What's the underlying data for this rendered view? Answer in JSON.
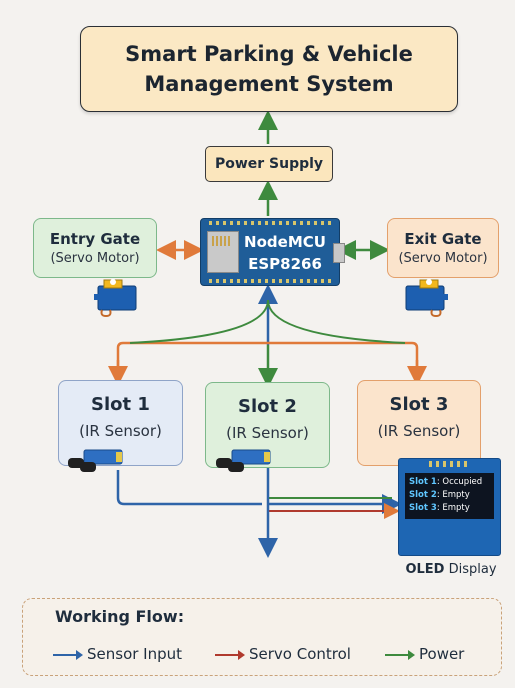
{
  "title": {
    "line1": "Smart Parking & Vehicle",
    "line2": "Management System"
  },
  "power_supply": "Power Supply",
  "controller": {
    "line1": "NodeMCU",
    "line2": "ESP8266"
  },
  "entry_gate": {
    "title": "Entry Gate",
    "subtitle": "(Servo Motor)"
  },
  "exit_gate": {
    "title": "Exit Gate",
    "subtitle": "(Servo Motor)"
  },
  "slots": [
    {
      "title": "Slot 1",
      "subtitle": "(IR Sensor)"
    },
    {
      "title": "Slot 2",
      "subtitle": "(IR Sensor)"
    },
    {
      "title": "Slot 3",
      "subtitle": "(IR Sensor)"
    }
  ],
  "oled": {
    "rows": [
      {
        "slot": "Slot 1",
        "status": ": Occupied"
      },
      {
        "slot": "Slot 2",
        "status": ": Empty"
      },
      {
        "slot": "Slot 3",
        "status": ": Empty"
      }
    ],
    "label_bold": "OLED",
    "label_rest": " Display"
  },
  "working_flow": {
    "title": "Working Flow:",
    "legend": [
      {
        "label": "Sensor Input",
        "color": "#2e64a8"
      },
      {
        "label": "Servo Control",
        "color": "#b03a2e"
      },
      {
        "label": "Power",
        "color": "#3e8a3e"
      }
    ]
  },
  "colors": {
    "sensor": "#2e64a8",
    "servo_orange": "#e07a3a",
    "power": "#3e8a3e",
    "servo_red": "#b03a2e"
  }
}
